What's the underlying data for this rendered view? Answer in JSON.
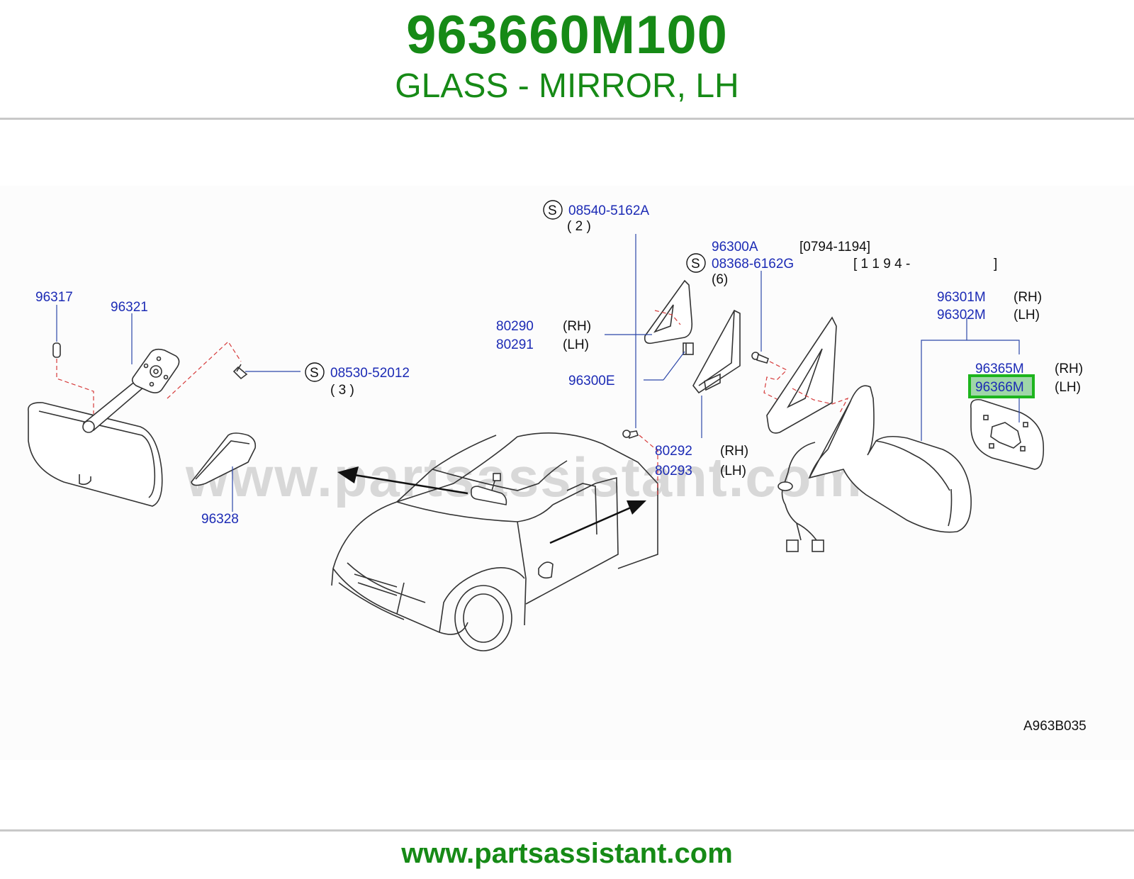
{
  "header": {
    "part_number": "963660M100",
    "part_name": "GLASS - MIRROR, LH"
  },
  "footer": {
    "url": "www.partsassistant.com"
  },
  "watermark": "www.partsassistant.com",
  "colors": {
    "brand_green": "#168a16",
    "label_blue": "#1c2bb5",
    "highlight": "#1db51d",
    "leader_dash": "#d63b3b"
  },
  "diagram": {
    "callouts": {
      "c96317": "96317",
      "c96321": "96321",
      "c08530": "08530-52012",
      "c08530_qty": "(   3   )",
      "c96328": "96328",
      "c08540": "08540-5162A",
      "c08540_qty": "(   2   )",
      "c96300A": "96300A",
      "c96300A_range": "[0794-1194]",
      "c08368": "08368-6162G",
      "c08368_range": "[ 1 1 9 4 -",
      "c08368_close": "]",
      "c08368_qty": "(6)",
      "c80290": "80290",
      "c80290_side": "(RH)",
      "c80291": "80291",
      "c80291_side": "(LH)",
      "c96300E": "96300E",
      "c80292": "80292",
      "c80292_side": "(RH)",
      "c80293": "80293",
      "c80293_side": "(LH)",
      "c96301M": "96301M",
      "c96301M_side": "(RH)",
      "c96302M": "96302M",
      "c96302M_side": "(LH)",
      "c96365M": "96365M",
      "c96365M_side": "(RH)",
      "c96366M": "96366M",
      "c96366M_side": "(LH)"
    },
    "s_marker": "S",
    "figure_id": "A963B035"
  }
}
